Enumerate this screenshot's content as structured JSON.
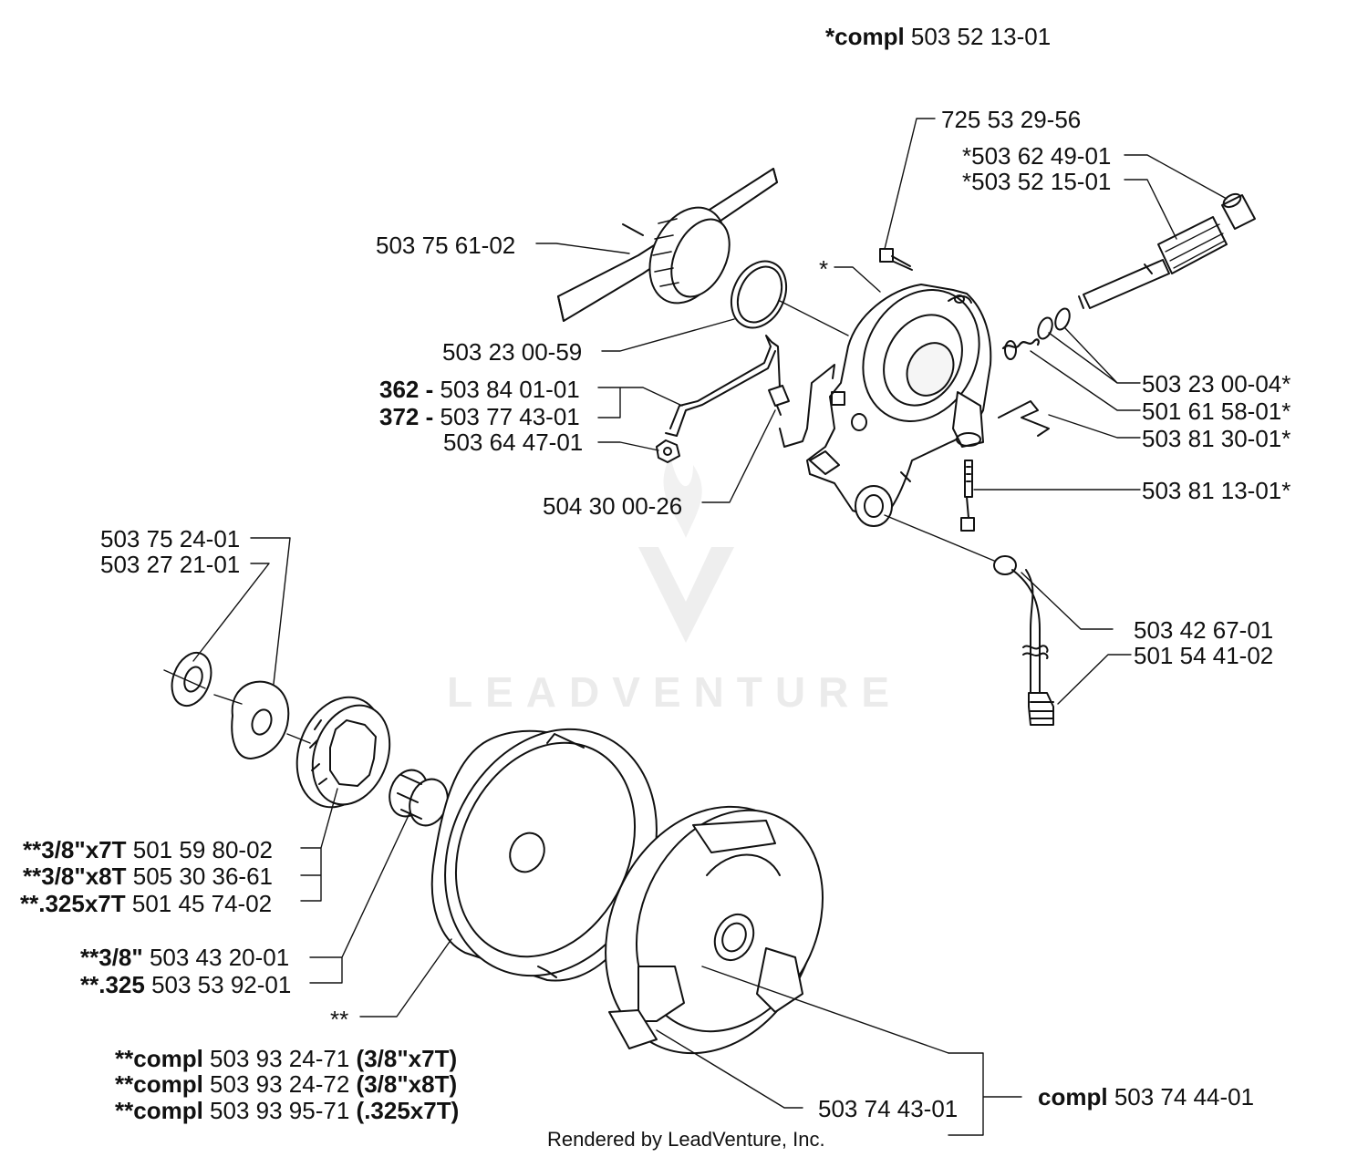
{
  "header": {
    "assembly_prefix": "*compl",
    "assembly_number": "503 52 13-01"
  },
  "labels": {
    "p725532956": "725 53 29-56",
    "p503624901": "*503 62 49-01",
    "p503521501": "*503 52 15-01",
    "p503756102": "503 75 61-02",
    "star_single": "*",
    "p503230059": "503 23 00-59",
    "p503230004": "503 23 00-04*",
    "p503840101_prefix": "362 -",
    "p503840101": "503 84 01-01",
    "p501615801": "501 61 58-01*",
    "p503774301_prefix": "372 -",
    "p503774301": "503 77 43-01",
    "p503813001": "503 81 30-01*",
    "p503644701": "503 64 47-01",
    "p503811301": "503 81 13-01*",
    "p504300026": "504 30 00-26",
    "p503752401": "503 75 24-01",
    "p503272101": "503 27 21-01",
    "p503426701": "503 42 67-01",
    "p501544102": "501 54 41-02",
    "s1_prefix": "**3/8\"x7T",
    "s1": "501 59 80-02",
    "s2_prefix": "**3/8\"x8T",
    "s2": "505 30 36-61",
    "s3_prefix": "**.325x7T",
    "s3": "501 45 74-02",
    "b1_prefix": "**3/8\"",
    "b1": "503 43 20-01",
    "b2_prefix": "**.325",
    "b2": "503 53 92-01",
    "star_double": "**",
    "c1_prefix": "**compl",
    "c1": "503 93 24-71",
    "c1_suffix": "(3/8\"x7T)",
    "c2_prefix": "**compl",
    "c2": "503 93 24-72",
    "c2_suffix": "(3/8\"x8T)",
    "c3_prefix": "**compl",
    "c3": "503 93 95-71",
    "c3_suffix": "(.325x7T)",
    "p503744301": "503 74 43-01",
    "clutch_prefix": "compl",
    "clutch": "503 74 44-01"
  },
  "watermark": "LEADVENTURE",
  "footer": "Rendered by LeadVenture, Inc."
}
